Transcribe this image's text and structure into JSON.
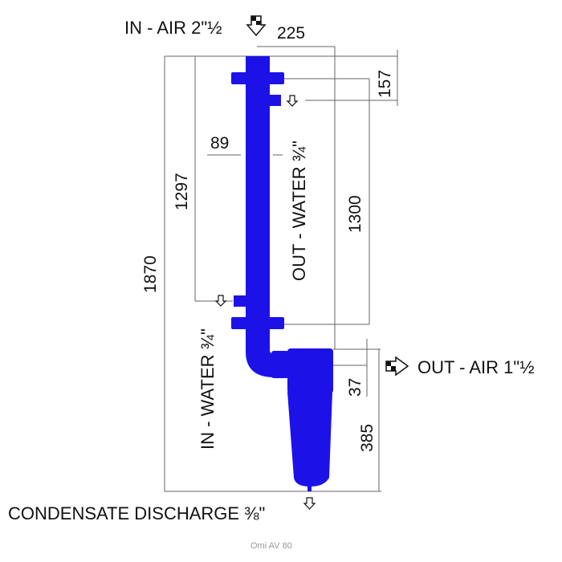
{
  "colors": {
    "body": "#1c12e8",
    "dimension_line": "#666666",
    "text": "#111111"
  },
  "labels": {
    "in_air": "IN - AIR 2\"½",
    "out_air": "OUT - AIR 1\"½",
    "out_water": "OUT - WATER ¾\"",
    "in_water": "IN - WATER ¾\"",
    "condensate": "CONDENSATE DISCHARGE ⅜\""
  },
  "dimensions": {
    "width_top": "225",
    "top_offset": "157",
    "pipe_diameter": "89",
    "water_in_height": "1297",
    "water_span": "1300",
    "total_height": "1870",
    "out_air_offset": "37",
    "filter_height": "385"
  },
  "caption": "Omi AV 80"
}
